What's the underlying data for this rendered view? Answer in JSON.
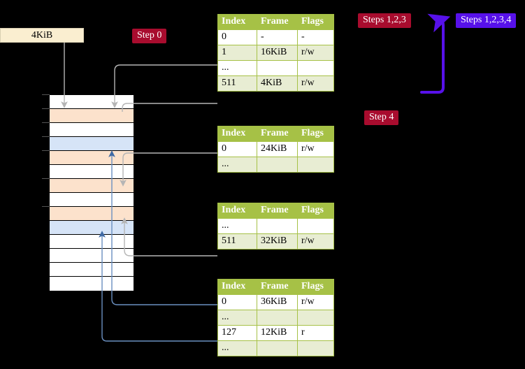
{
  "badges": {
    "step0": "Step 0",
    "steps123": "Steps 1,2,3",
    "steps1234": "Steps 1,2,3,4",
    "step4": "Step 4"
  },
  "colors": {
    "badge_red": "#a80c2e",
    "badge_purple": "#5711ea",
    "table_header_green": "#a6c146",
    "table_row_alt": "#e8edd3",
    "highlight_yellow": "#fffba0",
    "memory_peach": "#fce2cc",
    "memory_blue": "#d6e4f7",
    "kib_box_cream": "#faeed0",
    "wire_gray": "#aaaaaa",
    "wire_blue": "#6a8fc0"
  },
  "memory_label": {
    "text": "4KiB"
  },
  "memory_column": {
    "rows": [
      {
        "fill": "none"
      },
      {
        "fill": "peach"
      },
      {
        "fill": "none"
      },
      {
        "fill": "blue"
      },
      {
        "fill": "peach"
      },
      {
        "fill": "none"
      },
      {
        "fill": "peach"
      },
      {
        "fill": "none"
      },
      {
        "fill": "peach"
      },
      {
        "fill": "blue"
      },
      {
        "fill": "none"
      },
      {
        "fill": "none"
      },
      {
        "fill": "none"
      },
      {
        "fill": "none"
      }
    ]
  },
  "tables": [
    {
      "name": "pml4-table",
      "headers": [
        "Index",
        "Frame",
        "Flags"
      ],
      "rows": [
        {
          "cells": [
            "0",
            "-",
            "-"
          ],
          "shade": "odd",
          "highlight": false
        },
        {
          "cells": [
            "1",
            "16KiB",
            "r/w"
          ],
          "shade": "even",
          "highlight": false
        },
        {
          "cells": [
            "...",
            "",
            ""
          ],
          "shade": "odd",
          "highlight": false
        },
        {
          "cells": [
            "511",
            "4KiB",
            "r/w"
          ],
          "shade": "even",
          "highlight": true
        }
      ]
    },
    {
      "name": "pdpt-table",
      "headers": [
        "Index",
        "Frame",
        "Flags"
      ],
      "rows": [
        {
          "cells": [
            "0",
            "24KiB",
            "r/w"
          ],
          "shade": "odd",
          "highlight": false
        },
        {
          "cells": [
            "...",
            "",
            ""
          ],
          "shade": "even",
          "highlight": false
        }
      ]
    },
    {
      "name": "pd-table",
      "headers": [
        "Index",
        "Frame",
        "Flags"
      ],
      "rows": [
        {
          "cells": [
            "...",
            "",
            ""
          ],
          "shade": "odd",
          "highlight": false
        },
        {
          "cells": [
            "511",
            "32KiB",
            "r/w"
          ],
          "shade": "even",
          "highlight": false
        }
      ]
    },
    {
      "name": "pt-table",
      "headers": [
        "Index",
        "Frame",
        "Flags"
      ],
      "rows": [
        {
          "cells": [
            "0",
            "36KiB",
            "r/w"
          ],
          "shade": "odd",
          "highlight": false
        },
        {
          "cells": [
            "...",
            "",
            ""
          ],
          "shade": "even",
          "highlight": false
        },
        {
          "cells": [
            "127",
            "12KiB",
            "r"
          ],
          "shade": "odd",
          "highlight": false
        },
        {
          "cells": [
            "...",
            "",
            ""
          ],
          "shade": "even",
          "highlight": false
        }
      ]
    }
  ]
}
